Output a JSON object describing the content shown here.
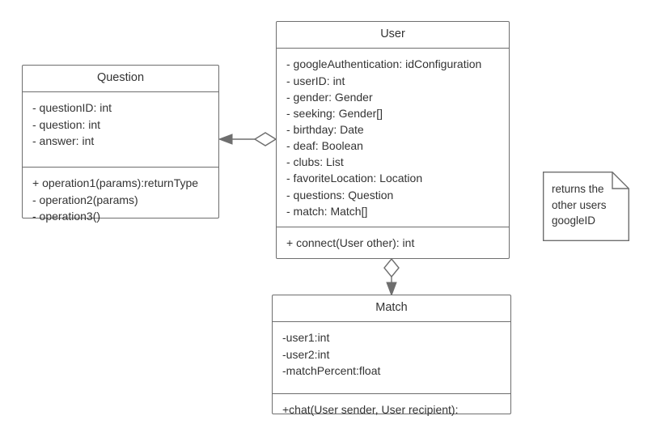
{
  "diagram": {
    "title": "UML Class Diagram",
    "background_color": "#ffffff",
    "line_color": "#6e6e6e",
    "text_color": "#333333"
  },
  "classes": [
    {
      "id": "question",
      "name": "Question",
      "attributes": [
        "- questionID: int",
        "- question: int",
        "- answer: int"
      ],
      "operations": [
        "+ operation1(params):returnType",
        "- operation2(params)",
        "- operation3()"
      ]
    },
    {
      "id": "user",
      "name": "User",
      "attributes": [
        "- googleAuthentication: idConfiguration",
        "- userID: int",
        "- gender: Gender",
        "- seeking: Gender[]",
        "- birthday: Date",
        "- deaf: Boolean",
        "- clubs: List",
        "- favoriteLocation: Location",
        "- questions: Question",
        "- match: Match[]"
      ],
      "operations": [
        "+ connect(User other): int"
      ]
    },
    {
      "id": "match",
      "name": "Match",
      "attributes": [
        "-user1:int",
        "-user2:int",
        "-matchPercent:float"
      ],
      "operations": [
        "+chat(User sender, User recipient):"
      ]
    }
  ],
  "notes": [
    {
      "id": "note-connect",
      "lines": [
        "returns the",
        "other users",
        "googleID"
      ]
    }
  ],
  "relationships": [
    {
      "id": "user-question",
      "from": "user",
      "to": "question",
      "type": "aggregation",
      "source_marker": "hollow-diamond",
      "target_marker": "filled-arrow"
    },
    {
      "id": "user-match",
      "from": "user",
      "to": "match",
      "type": "aggregation",
      "source_marker": "hollow-diamond",
      "target_marker": "filled-arrow"
    }
  ]
}
